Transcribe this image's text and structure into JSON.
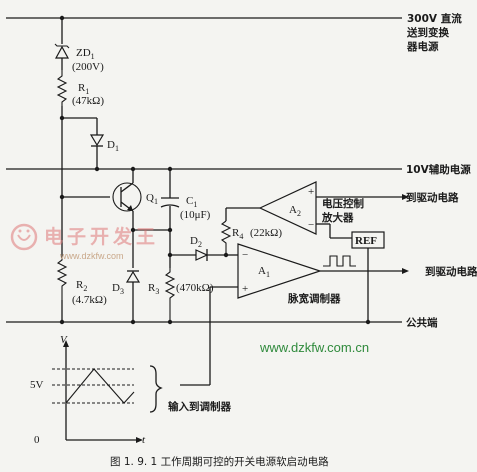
{
  "rails": {
    "high_voltage": [
      "300V 直流",
      "送到变换",
      "器电源"
    ],
    "aux_10v": "10V辅助电源",
    "common": "公共端"
  },
  "components": {
    "zd1": "ZD",
    "zd1_sub": "1",
    "zd1_value": "(200V)",
    "r1": "R",
    "r1_sub": "1",
    "r1_value": "(47kΩ)",
    "d1": "D",
    "d1_sub": "1",
    "q1": "Q",
    "q1_sub": "1",
    "c1": "C",
    "c1_sub": "1",
    "c1_value": "(10μF)",
    "d2": "D",
    "d2_sub": "2",
    "r4": "R",
    "r4_sub": "4",
    "r4_value": "(22kΩ)",
    "a2": "A",
    "a2_sub": "2",
    "a1": "A",
    "a1_sub": "1",
    "ref": "REF",
    "r2": "R",
    "r2_sub": "2",
    "r2_value": "(4.7kΩ)",
    "d3": "D",
    "d3_sub": "3",
    "r3": "R",
    "r3_sub": "3",
    "r3_value": "(470kΩ)"
  },
  "labels": {
    "voltage_amp": [
      "电压控制",
      "放大器"
    ],
    "pwm": "脉宽调制器",
    "to_driver_1": "到驱动电路",
    "to_driver_2": "到驱动电路",
    "input_to_modulator": "输入到调制器"
  },
  "waveform": {
    "v_axis": "V",
    "t_axis": "t",
    "level": "5V",
    "origin": "0"
  },
  "watermark": {
    "brand": "电子开发王",
    "url_small": "www.dzkfw.com",
    "url": "www.dzkfw.com.cn"
  },
  "caption": "图 1. 9. 1   工作周期可控的开关电源软启动电路",
  "colors": {
    "ink": "#1a1a1a",
    "watermark_red": "#e07a7a",
    "url_green": "#2f8a3c"
  }
}
